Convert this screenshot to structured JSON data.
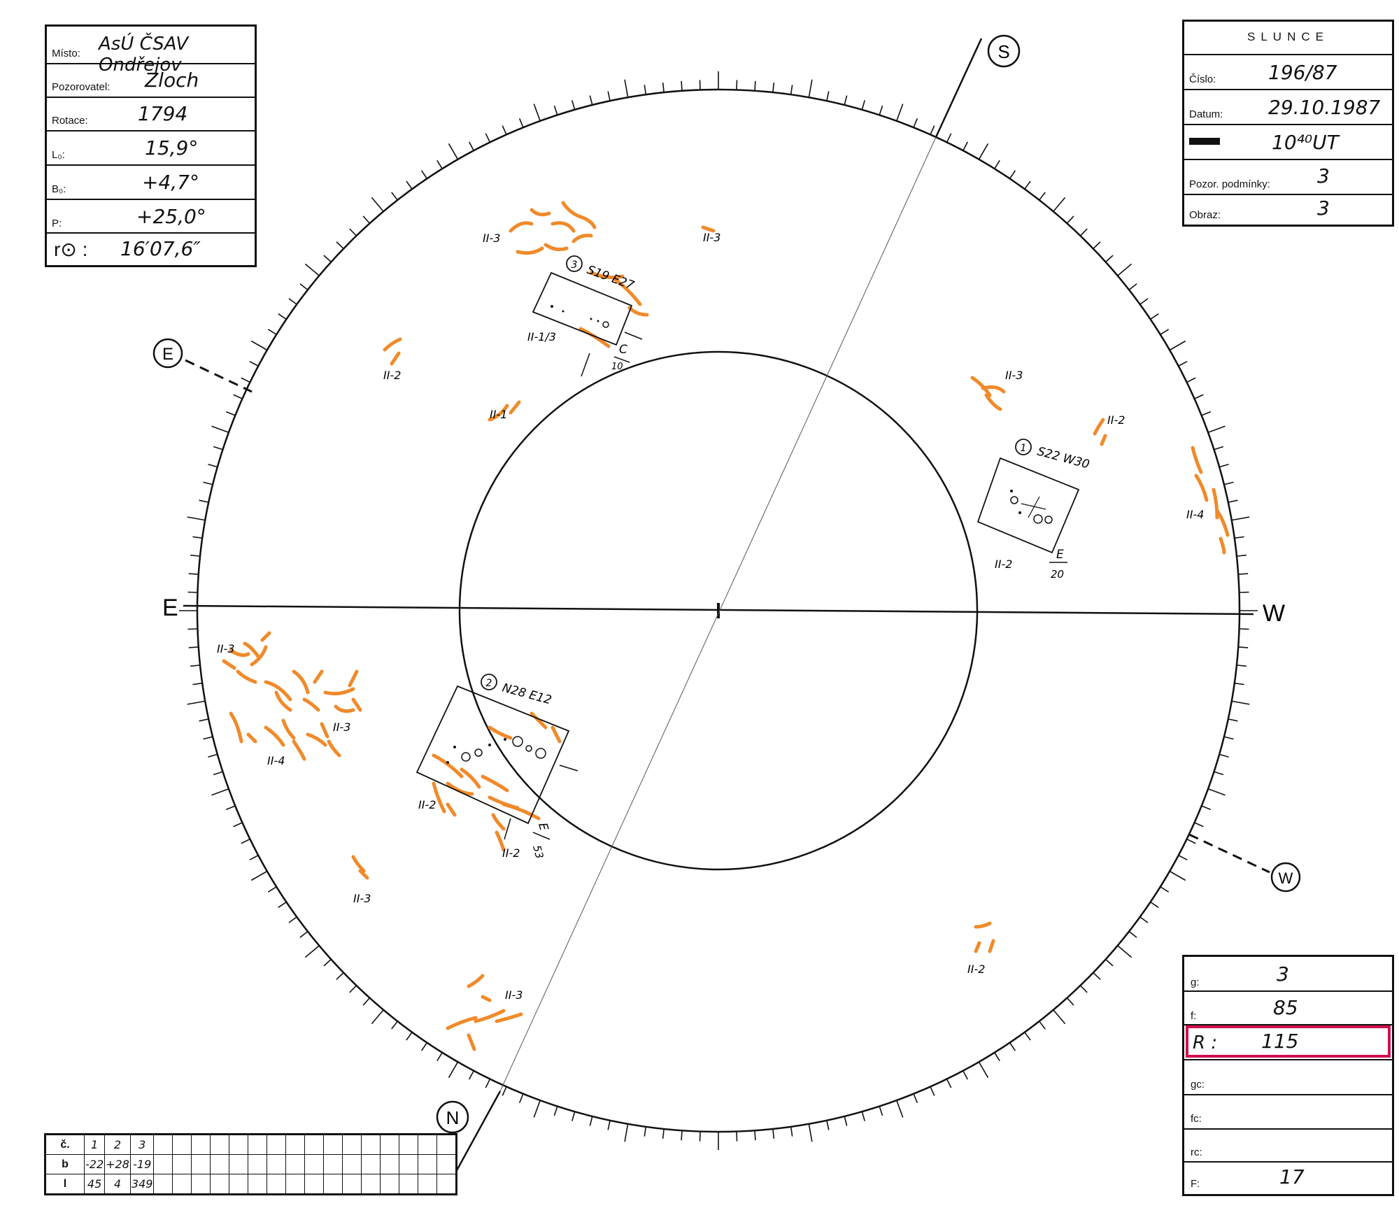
{
  "info_left": {
    "misto_label": "Místo:",
    "misto": "AsÚ ČSAV Ondřejov",
    "pozorovatel_label": "Pozorovatel:",
    "pozorovatel": "Zloch",
    "rotace_label": "Rotace:",
    "rotace": "1794",
    "l0_label": "L₀:",
    "l0": "15,9°",
    "b0_label": "B₀:",
    "b0": "+4,7°",
    "p_label": "P:",
    "p": "+25,0°",
    "r0_label": "r⊙ :",
    "r0": "16′07,6″"
  },
  "info_right": {
    "title": "SLUNCE",
    "cislo_label": "Číslo:",
    "cislo": "196/87",
    "datum_label": "Datum:",
    "datum": "29.10.1987",
    "cas": "10⁴⁰UT",
    "pozor_label": "Pozor. podmínky:",
    "pozor": "3",
    "obraz_label": "Obraz:",
    "obraz": "3"
  },
  "results": {
    "g_label": "g:",
    "g": "3",
    "f_label": "f:",
    "f": "85",
    "r_label": "R :",
    "r": "115",
    "gc_label": "gc:",
    "fc_label": "fc:",
    "rc_label": "rc:",
    "F_label": "F:",
    "F": "17",
    "highlight_color": "#d0104c"
  },
  "coords_table": {
    "c_label": "č.",
    "c": [
      "1",
      "2",
      "3"
    ],
    "b_label": "b",
    "b": [
      "-22",
      "+28",
      "-19"
    ],
    "l_label": "l",
    "l": [
      "45",
      "4",
      "349"
    ]
  },
  "chart_data": {
    "type": "diagram",
    "direction_labels": {
      "E": "E",
      "W": "W",
      "S_circle": "S",
      "N_circle": "N",
      "E_circle": "E",
      "W_circle": "W"
    },
    "sunspot_groups": [
      {
        "number": "1",
        "label": "S22 W30",
        "class_num": "E",
        "class_den": "20"
      },
      {
        "number": "2",
        "label": "N28 E12",
        "class_num": "E",
        "class_den": "53"
      },
      {
        "number": "3",
        "label": "S19 E27",
        "class_num": "C",
        "class_den": "10"
      }
    ],
    "faculae_labels": [
      "II-3",
      "II-3",
      "II-2",
      "II-1",
      "II-1/3",
      "II-3",
      "II-2",
      "II-4",
      "II-2",
      "II-3",
      "II-3",
      "II-4",
      "II-2",
      "II-2",
      "II-3",
      "II-3",
      "II-2"
    ],
    "facula_color": "#f08a2a"
  }
}
